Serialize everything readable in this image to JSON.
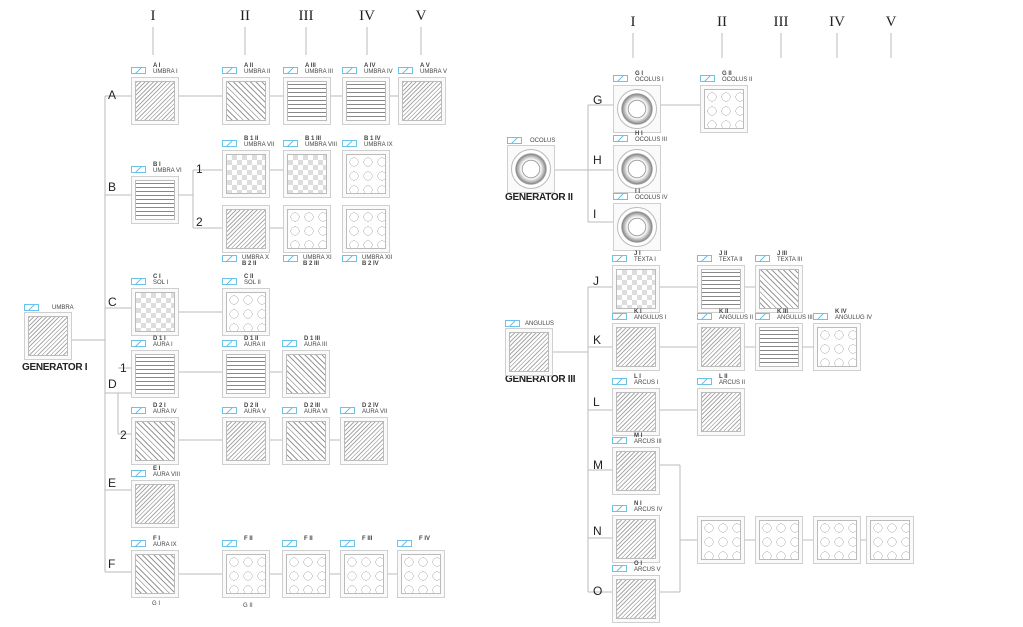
{
  "left": {
    "column_headers": [
      "I",
      "II",
      "III",
      "IV",
      "V"
    ],
    "generator": {
      "title": "GENERATOR I",
      "name": "UMBRA"
    },
    "row_letters": [
      "A",
      "B",
      "C",
      "D",
      "E",
      "F"
    ],
    "sub_branches": [
      "1",
      "2",
      "1",
      "2"
    ],
    "bottom_labels": [
      "G I",
      "G II"
    ]
  },
  "right": {
    "column_headers": [
      "I",
      "II",
      "III",
      "IV",
      "V"
    ],
    "generator2": {
      "title": "GENERATOR II",
      "name": "OCOLUS"
    },
    "generator3": {
      "title": "GENERATOR III",
      "name": "ANGULUS"
    },
    "row_letters": [
      "G",
      "H",
      "I",
      "J",
      "K",
      "L",
      "M",
      "N",
      "O"
    ]
  },
  "tiles": [
    {
      "id": "AI",
      "code": "A I",
      "name": "UMBRA I"
    },
    {
      "id": "AII",
      "code": "A II",
      "name": "UMBRA II"
    },
    {
      "id": "AIII",
      "code": "A III",
      "name": "UMBRA III"
    },
    {
      "id": "AIV",
      "code": "A IV",
      "name": "UMBRA IV"
    },
    {
      "id": "AV",
      "code": "A V",
      "name": "UMBRA V"
    },
    {
      "id": "BI",
      "code": "B I",
      "name": "UMBRA VI"
    },
    {
      "id": "B1II",
      "code": "B 1 II",
      "name": "UMBRA VII"
    },
    {
      "id": "B1III",
      "code": "B 1 III",
      "name": "UMBRA VIII"
    },
    {
      "id": "B1IV",
      "code": "B 1 IV",
      "name": "UMBRA IX"
    },
    {
      "id": "B2II",
      "code": "B 2 II",
      "name": "UMBRA X"
    },
    {
      "id": "B2III",
      "code": "B 2 III",
      "name": "UMBRA XI"
    },
    {
      "id": "B2IV",
      "code": "B 2 IV",
      "name": "UMBRA XII"
    },
    {
      "id": "CI",
      "code": "C I",
      "name": "SOL I"
    },
    {
      "id": "CII",
      "code": "C II",
      "name": "SOL II"
    },
    {
      "id": "D1I",
      "code": "D 1 I",
      "name": "AURA I"
    },
    {
      "id": "D1II",
      "code": "D 1 II",
      "name": "AURA II"
    },
    {
      "id": "D1III",
      "code": "D 1 III",
      "name": "AURA III"
    },
    {
      "id": "D2I",
      "code": "D 2 I",
      "name": "AURA IV"
    },
    {
      "id": "D2II",
      "code": "D 2 II",
      "name": "AURA V"
    },
    {
      "id": "D2III",
      "code": "D 2 III",
      "name": "AURA VI"
    },
    {
      "id": "D2IV",
      "code": "D 2 IV",
      "name": "AURA VII"
    },
    {
      "id": "EI",
      "code": "E I",
      "name": "AURA VIII"
    },
    {
      "id": "FI",
      "code": "F I",
      "name": "AURA IX"
    },
    {
      "id": "FII",
      "code": "F II",
      "name": ""
    },
    {
      "id": "FIIb",
      "code": "F II",
      "name": ""
    },
    {
      "id": "FIII",
      "code": "F III",
      "name": ""
    },
    {
      "id": "FIV",
      "code": "F IV",
      "name": ""
    },
    {
      "id": "GI",
      "code": "G I",
      "name": "OCOLUS I"
    },
    {
      "id": "GII",
      "code": "G II",
      "name": "OCOLUS II"
    },
    {
      "id": "HI",
      "code": "H I",
      "name": "OCOLUS III"
    },
    {
      "id": "II",
      "code": "I I",
      "name": "OCOLUS IV"
    },
    {
      "id": "JI",
      "code": "J I",
      "name": "TEXTA I"
    },
    {
      "id": "JII",
      "code": "J II",
      "name": "TEXTA II"
    },
    {
      "id": "JIII",
      "code": "J III",
      "name": "TEXTA III"
    },
    {
      "id": "KI",
      "code": "K I",
      "name": "ANGULUS I"
    },
    {
      "id": "KII",
      "code": "K II",
      "name": "ANGULUS II"
    },
    {
      "id": "KIII",
      "code": "K III",
      "name": "ANGULUS III"
    },
    {
      "id": "KIV",
      "code": "K IV",
      "name": "ANGULUG IV"
    },
    {
      "id": "LI",
      "code": "L I",
      "name": "ARCUS I"
    },
    {
      "id": "LII",
      "code": "L II",
      "name": "ARCUS II"
    },
    {
      "id": "MI",
      "code": "M I",
      "name": "ARCUS III"
    },
    {
      "id": "NI",
      "code": "N I",
      "name": "ARCUS IV"
    },
    {
      "id": "OI",
      "code": "O I",
      "name": "ARCUS V"
    },
    {
      "id": "N2",
      "code": "",
      "name": ""
    },
    {
      "id": "N3",
      "code": "",
      "name": ""
    },
    {
      "id": "N4",
      "code": "",
      "name": ""
    },
    {
      "id": "N5",
      "code": "",
      "name": ""
    }
  ]
}
